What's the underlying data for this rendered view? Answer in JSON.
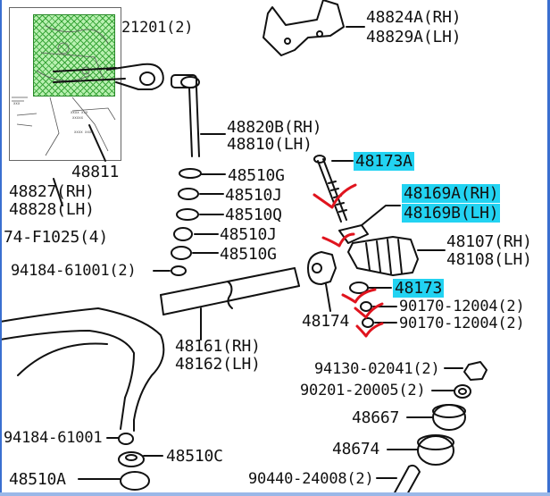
{
  "labels": {
    "p21201": "21201(2)",
    "p48824a": "48824A(RH)",
    "p48829a": "48829A(LH)",
    "p48820b": "48820B(RH)",
    "p48810": "48810(LH)",
    "p48811": "48811",
    "p48827": "48827(RH)",
    "p48828": "48828(LH)",
    "p48510g_1": "48510G",
    "p48510j_1": "48510J",
    "p48510q": "48510Q",
    "p48510j_2": "48510J",
    "p48510g_2": "48510G",
    "p48173a": "48173A",
    "p48169a": "48169A(RH)",
    "p48169b": "48169B(LH)",
    "p48107": "48107(RH)",
    "p48108": "48108(LH)",
    "p48173": "48173",
    "p48174": "48174",
    "p90170_1": "90170-12004(2)",
    "p90170_2": "90170-12004(2)",
    "p74f1025": "74-F1025(4)",
    "p94184_2": "94184-61001(2)",
    "p48161": "48161(RH)",
    "p48162": "48162(LH)",
    "p94130": "94130-02041(2)",
    "p90201": "90201-20005(2)",
    "p48667": "48667",
    "p48674": "48674",
    "p94184_1": "94184-61001",
    "p48510c": "48510C",
    "p48510a": "48510A",
    "p90440": "90440-24008(2)"
  },
  "colors": {
    "highlight": "#22d3f2",
    "annotation": "#e0141e",
    "thumbnail_hatch": "#b8f0b0",
    "window_border": "#3a6fd0"
  },
  "annotations": [
    "check-mark-48173a",
    "check-mark-48169",
    "check-mark-48173",
    "check-mark-90170-upper",
    "check-mark-90170-lower"
  ]
}
